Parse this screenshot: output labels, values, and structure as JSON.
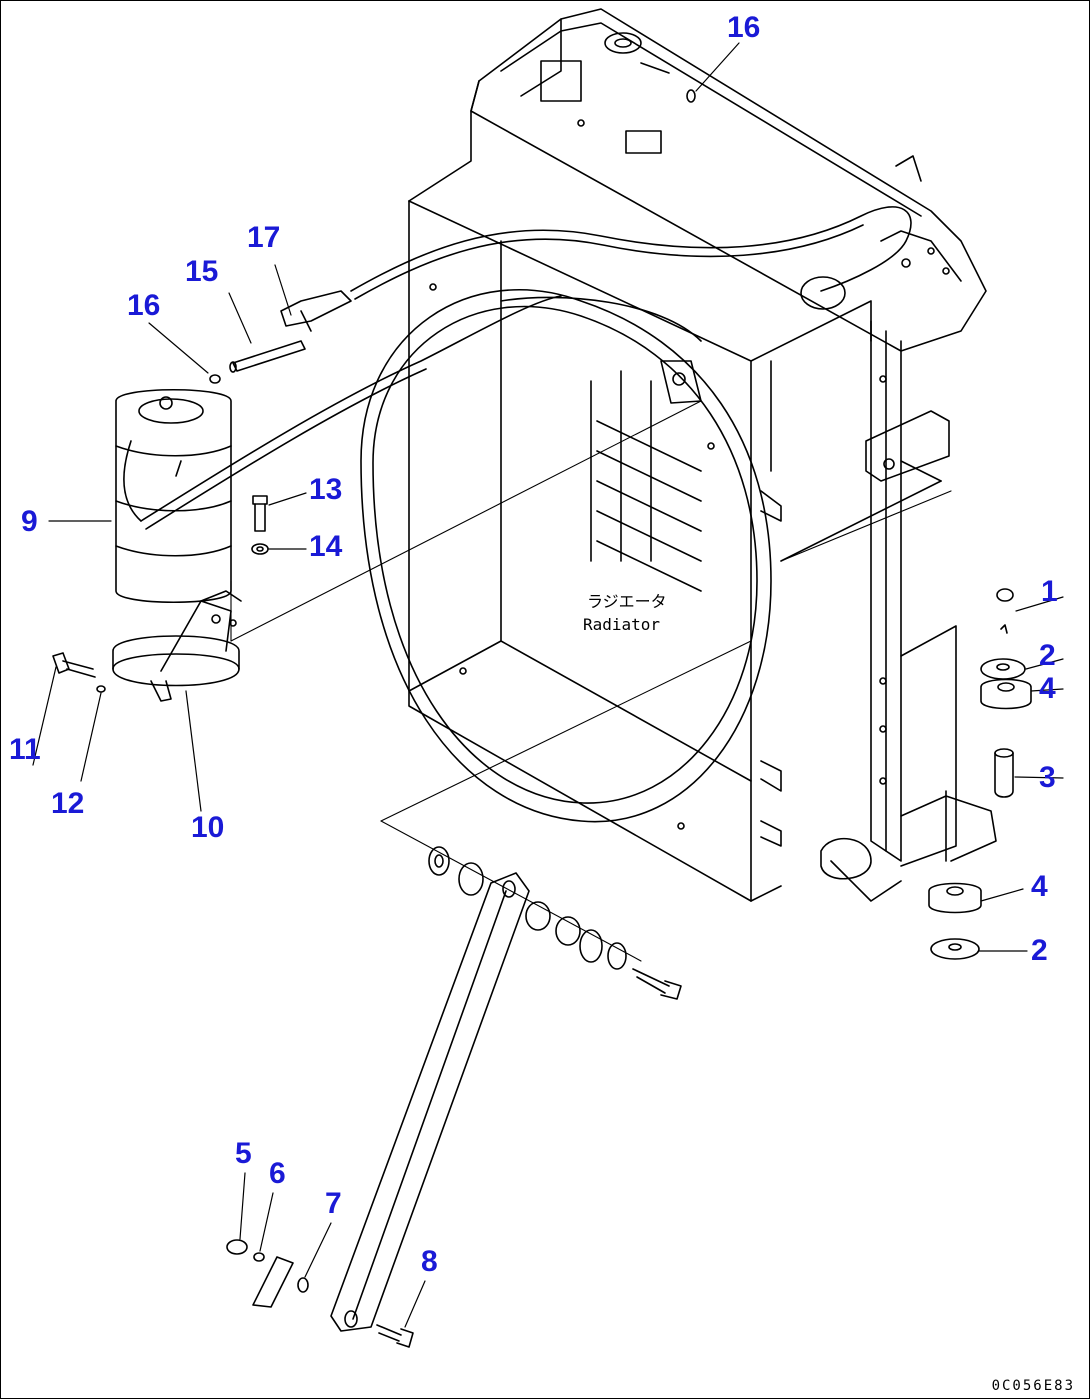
{
  "diagram": {
    "panel_text_jp": "ラジエータ",
    "panel_text_en": "Radiator",
    "reference_code": "0C056E83",
    "line_color": "#000000",
    "label_color": "#1a1ad6"
  },
  "callouts": [
    {
      "id": "c1",
      "number": "1"
    },
    {
      "id": "c2a",
      "number": "2"
    },
    {
      "id": "c4a",
      "number": "4"
    },
    {
      "id": "c3",
      "number": "3"
    },
    {
      "id": "c4b",
      "number": "4"
    },
    {
      "id": "c2b",
      "number": "2"
    },
    {
      "id": "c5",
      "number": "5"
    },
    {
      "id": "c6",
      "number": "6"
    },
    {
      "id": "c7",
      "number": "7"
    },
    {
      "id": "c8",
      "number": "8"
    },
    {
      "id": "c9",
      "number": "9"
    },
    {
      "id": "c10",
      "number": "10"
    },
    {
      "id": "c11",
      "number": "11"
    },
    {
      "id": "c12",
      "number": "12"
    },
    {
      "id": "c13",
      "number": "13"
    },
    {
      "id": "c14",
      "number": "14"
    },
    {
      "id": "c15",
      "number": "15"
    },
    {
      "id": "c16a",
      "number": "16"
    },
    {
      "id": "c16b",
      "number": "16"
    },
    {
      "id": "c17",
      "number": "17"
    }
  ]
}
